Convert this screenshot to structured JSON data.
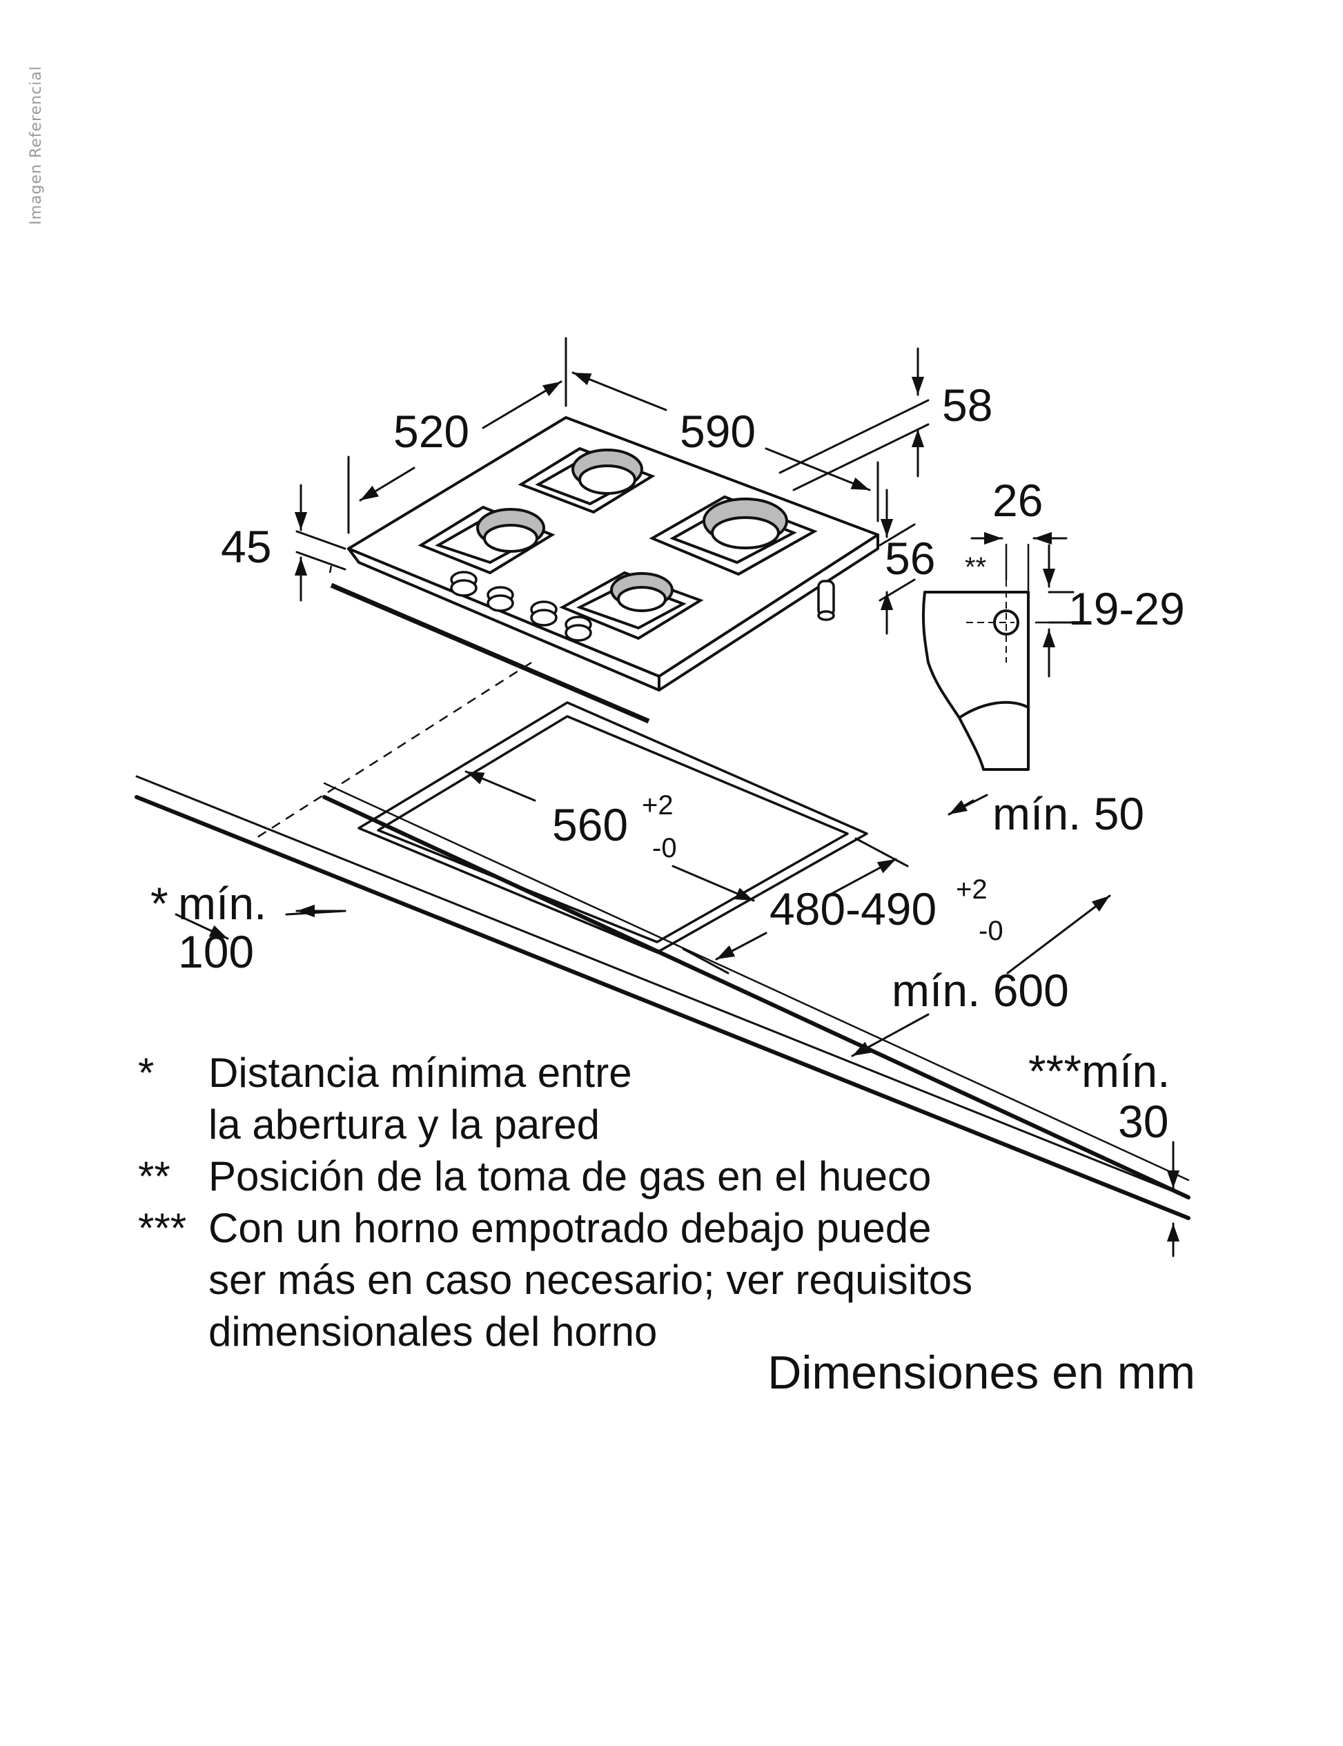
{
  "side_label": "Imagen Referencial",
  "dimensions": {
    "depth": "520",
    "width": "590",
    "top_height": "58",
    "front_height": "45",
    "right_height": "56",
    "gas_offset": "26",
    "gas_marker": "**",
    "gas_height": "19-29",
    "cutout_width": "560",
    "cutout_width_tol_plus": "+2",
    "cutout_width_tol_minus": "-0",
    "cutout_depth": "480-490",
    "cutout_depth_tol_plus": "+2",
    "cutout_depth_tol_minus": "-0",
    "back_min": "mín. 50",
    "counter_min": "mín. 600",
    "wall_min_star": "*",
    "wall_min_label": "mín.",
    "wall_min_value": "100",
    "oven_min_label": "***mín.",
    "oven_min_value": "30"
  },
  "notes": [
    {
      "marker": "*",
      "lines": [
        "Distancia mínima entre",
        "la abertura y la pared"
      ]
    },
    {
      "marker": "**",
      "lines": [
        "Posición de la toma de gas en el hueco"
      ]
    },
    {
      "marker": "***",
      "lines": [
        "Con un horno empotrado debajo puede",
        "ser más en caso necesario; ver requisitos",
        "dimensionales del horno"
      ]
    }
  ],
  "units_label": "Dimensiones en mm"
}
